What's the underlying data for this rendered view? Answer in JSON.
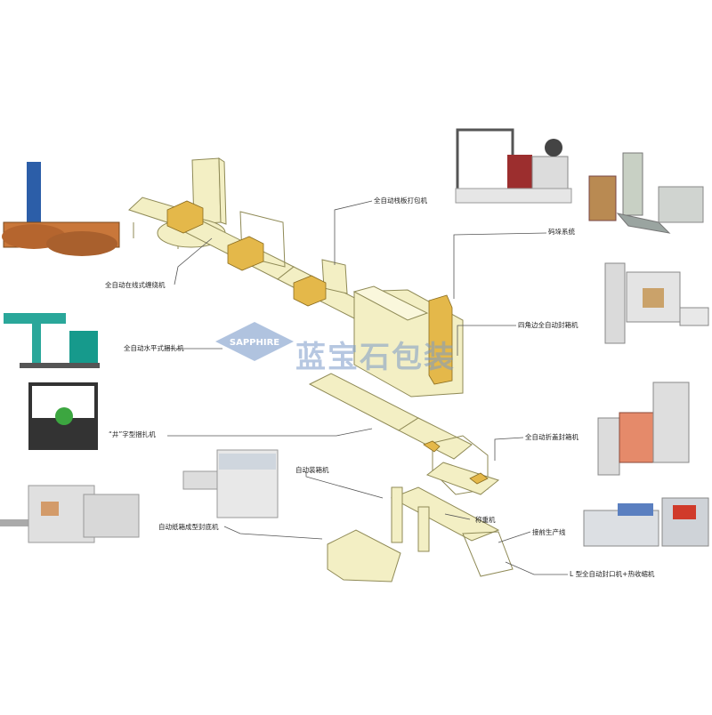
{
  "watermark": {
    "logo_text": "SAPPHIRE",
    "cn_text": "蓝宝石包装"
  },
  "labels": {
    "stretch_wrapper": "全自动在线式缠绕机",
    "horizontal_strapper": "全自动水平式捆扎机",
    "hash_strapper": "“井”字型捆扎机",
    "carton_erector": "自动纸箱成型封底机",
    "case_packer": "自动装箱机",
    "pallet_strapper": "全自动栈板打包机",
    "palletizer": "码垛系统",
    "corner_sealer": "四角边全自动封箱机",
    "flap_sealer": "全自动折盖封箱机",
    "check_weigher": "称重机",
    "front_line": "接前生产线",
    "l_sealer": "L 型全自动封口机+热收缩机"
  },
  "colors": {
    "line_body": "#f3efc4",
    "line_stroke": "#8f8a56",
    "box": "#e4b84a",
    "leader": "#555555",
    "watermark": "#7c9bc9"
  }
}
